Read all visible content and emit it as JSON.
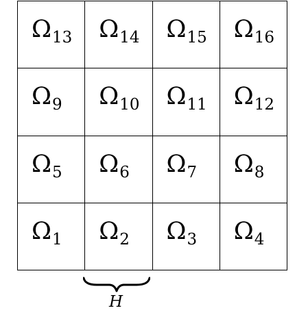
{
  "domains": [
    {
      "base": "Ω",
      "sub": "13"
    },
    {
      "base": "Ω",
      "sub": "14"
    },
    {
      "base": "Ω",
      "sub": "15"
    },
    {
      "base": "Ω",
      "sub": "16"
    },
    {
      "base": "Ω",
      "sub": "9"
    },
    {
      "base": "Ω",
      "sub": "10"
    },
    {
      "base": "Ω",
      "sub": "11"
    },
    {
      "base": "Ω",
      "sub": "12"
    },
    {
      "base": "Ω",
      "sub": "5"
    },
    {
      "base": "Ω",
      "sub": "6"
    },
    {
      "base": "Ω",
      "sub": "7"
    },
    {
      "base": "Ω",
      "sub": "8"
    },
    {
      "base": "Ω",
      "sub": "1"
    },
    {
      "base": "Ω",
      "sub": "2"
    },
    {
      "base": "Ω",
      "sub": "3"
    },
    {
      "base": "Ω",
      "sub": "4"
    }
  ],
  "brace_label": "H",
  "colors": {
    "line": "#000000",
    "background": "#ffffff"
  }
}
